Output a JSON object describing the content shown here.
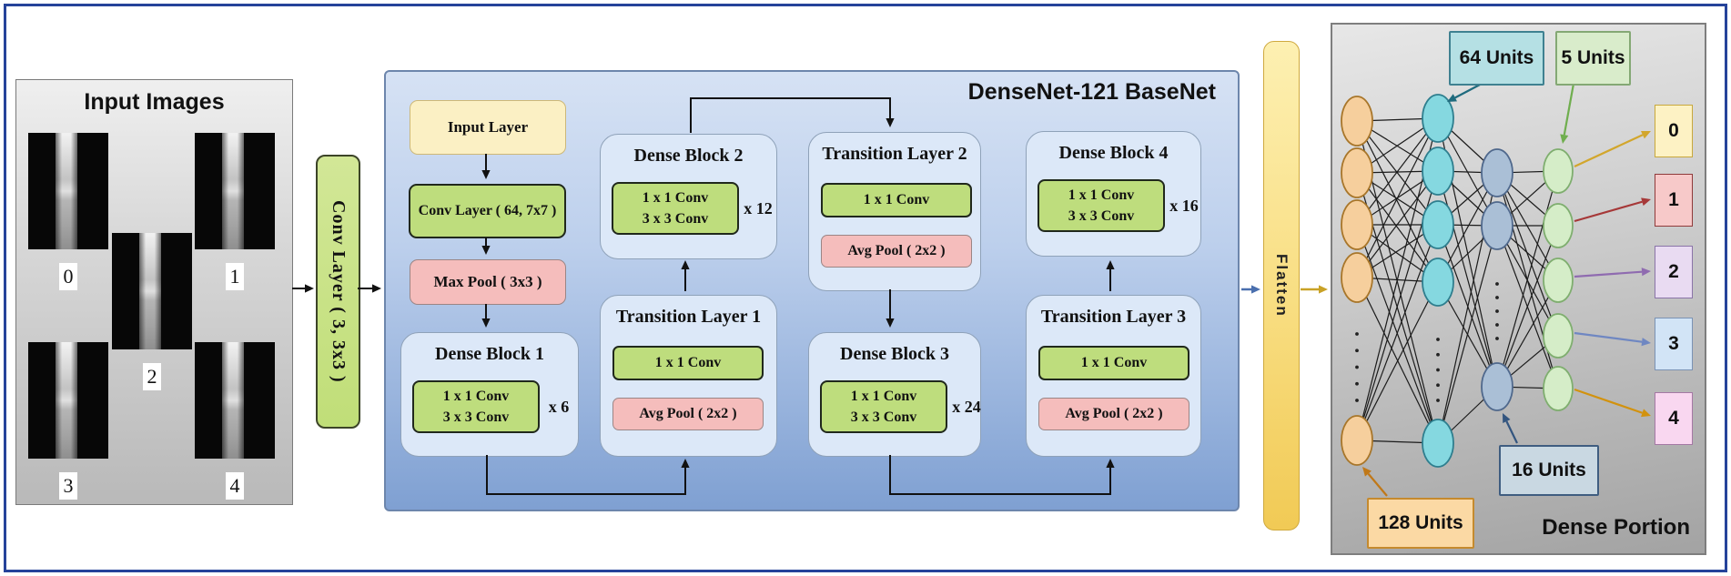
{
  "input_panel": {
    "title": "Input Images",
    "image_labels": [
      "0",
      "1",
      "2",
      "3",
      "4"
    ]
  },
  "pre_conv": {
    "label": "Conv Layer ( 3, 3x3 )"
  },
  "densenet": {
    "title": "DenseNet-121 BaseNet",
    "input_layer_label": "Input Layer",
    "conv_layer_label": "Conv Layer ( 64, 7x7 )",
    "max_pool_label": "Max Pool ( 3x3 )",
    "dense_blocks": [
      {
        "title": "Dense Block 1",
        "conv1": "1 x 1 Conv",
        "conv2": "3 x 3 Conv",
        "repeat": "x 6"
      },
      {
        "title": "Dense Block 2",
        "conv1": "1 x 1 Conv",
        "conv2": "3 x 3 Conv",
        "repeat": "x 12"
      },
      {
        "title": "Dense Block 3",
        "conv1": "1 x 1 Conv",
        "conv2": "3 x 3 Conv",
        "repeat": "x 24"
      },
      {
        "title": "Dense Block 4",
        "conv1": "1 x 1 Conv",
        "conv2": "3 x 3 Conv",
        "repeat": "x 16"
      }
    ],
    "transition_layers": [
      {
        "title": "Transition Layer 1",
        "conv": "1 x 1 Conv",
        "pool": "Avg Pool ( 2x2 )"
      },
      {
        "title": "Transition Layer 2",
        "conv": "1 x 1 Conv",
        "pool": "Avg Pool ( 2x2 )"
      },
      {
        "title": "Transition Layer 3",
        "conv": "1 x 1 Conv",
        "pool": "Avg Pool ( 2x2 )"
      }
    ]
  },
  "flatten": {
    "label": "Flatten"
  },
  "connectors": {
    "black": "#111111",
    "densenet_to_flatten": "#4a6fae",
    "flatten_to_dense": "#c9a227"
  },
  "dense_portion": {
    "title": "Dense Portion",
    "layers": [
      {
        "units": "128 Units",
        "node_fill": "#f6cf9d",
        "node_stroke": "#a8762a",
        "label_fill": "#fbd9a4",
        "label_stroke": "#c58a2e",
        "arrow_color": "#c07818"
      },
      {
        "units": "64 Units",
        "node_fill": "#85d8e0",
        "node_stroke": "#2e7e8e",
        "label_fill": "#b5e0e4",
        "label_stroke": "#3f8191",
        "arrow_color": "#1f6b7e"
      },
      {
        "units": "16 Units",
        "node_fill": "#aabfd6",
        "node_stroke": "#4f688c",
        "label_fill": "#c9d8e2",
        "label_stroke": "#3f5d80",
        "arrow_color": "#33557f"
      },
      {
        "units": "5 Units",
        "node_fill": "#d5edc8",
        "node_stroke": "#7fae6f",
        "label_fill": "#d9eccb",
        "label_stroke": "#84a874",
        "arrow_color": "#6fae4e"
      }
    ],
    "outputs": [
      {
        "label": "0",
        "fill": "#fdf2c4",
        "stroke": "#c8a83c",
        "arrow": "#d2a62c"
      },
      {
        "label": "1",
        "fill": "#f7c9c9",
        "stroke": "#8f3a3a",
        "arrow": "#a63838"
      },
      {
        "label": "2",
        "fill": "#e9dbf2",
        "stroke": "#8a74a8",
        "arrow": "#8f6bb0"
      },
      {
        "label": "3",
        "fill": "#d2e4f6",
        "stroke": "#7a92b4",
        "arrow": "#6f87c2"
      },
      {
        "label": "4",
        "fill": "#f9d7f0",
        "stroke": "#a478a4",
        "arrow": "#d2920e"
      }
    ]
  }
}
